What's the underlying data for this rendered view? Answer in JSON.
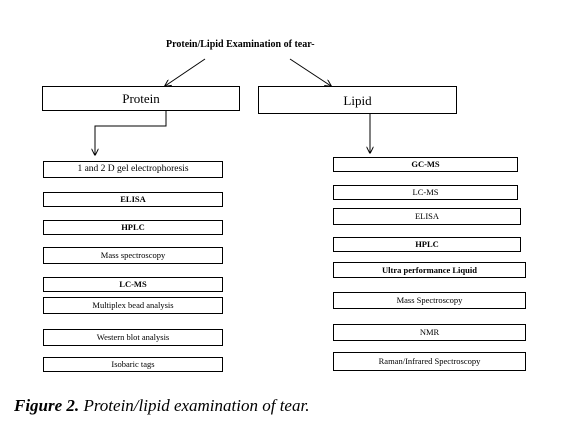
{
  "diagram": {
    "root": "Protein/Lipid Examination of tear-",
    "protein": {
      "label": "Protein",
      "items": [
        "1 and 2 D gel electrophoresis",
        "ELISA",
        "HPLC",
        "Mass spectroscopy",
        "LC-MS",
        "Multiplex bead analysis",
        "Western blot analysis",
        "Isobaric tags"
      ]
    },
    "lipid": {
      "label": "Lipid",
      "items": [
        "GC-MS",
        "LC-MS",
        "ELISA",
        "HPLC",
        "Ultra performance Liquid",
        "Mass Spectroscopy",
        "NMR",
        "Raman/Infrared Spectroscopy"
      ]
    }
  },
  "caption": {
    "label": "Figure 2.",
    "text": "Protein/lipid examination of tear."
  }
}
